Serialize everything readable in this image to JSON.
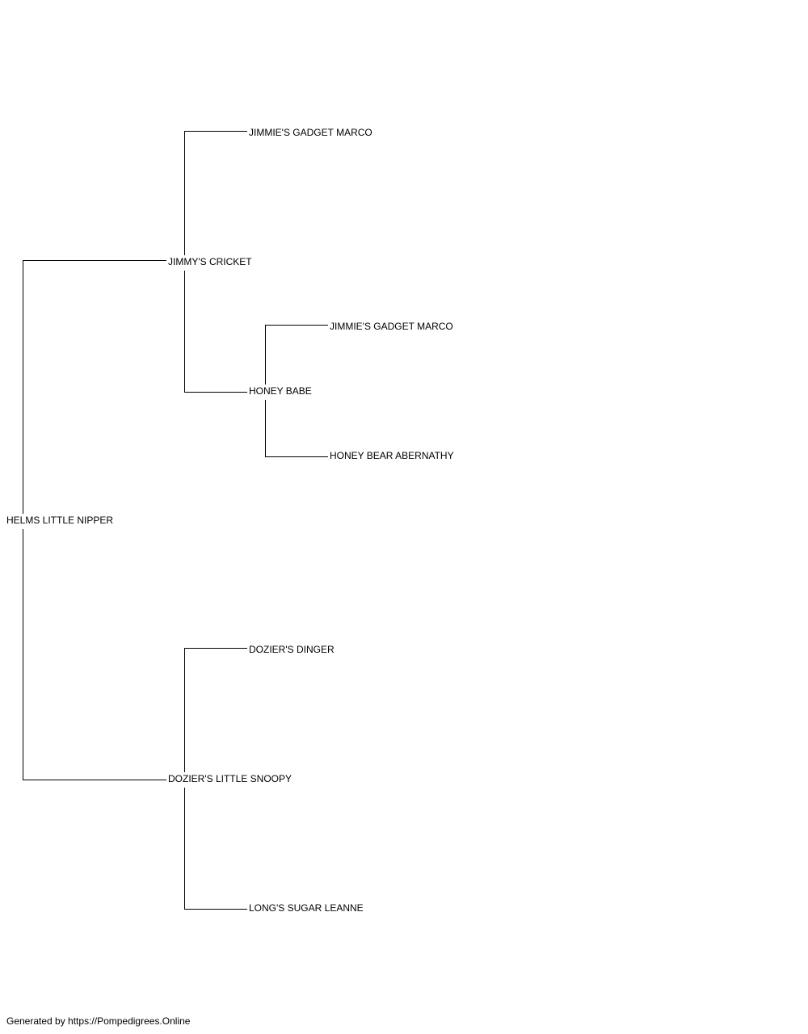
{
  "pedigree": {
    "subject": "HELMS LITTLE NIPPER",
    "sire": "JIMMY'S CRICKET",
    "sire_sire": "JIMMIE'S GADGET MARCO",
    "sire_dam": "HONEY BABE",
    "sire_dam_sire": "JIMMIE'S GADGET MARCO",
    "sire_dam_dam": "HONEY BEAR ABERNATHY",
    "dam": "DOZIER'S LITTLE SNOOPY",
    "dam_sire": "DOZIER'S DINGER",
    "dam_dam": "LONG'S SUGAR LEANNE"
  },
  "footer": {
    "text": "Generated by https://Pompedigrees.Online"
  },
  "colors": {
    "line": "#000000",
    "text": "#000000",
    "background": "#ffffff"
  }
}
